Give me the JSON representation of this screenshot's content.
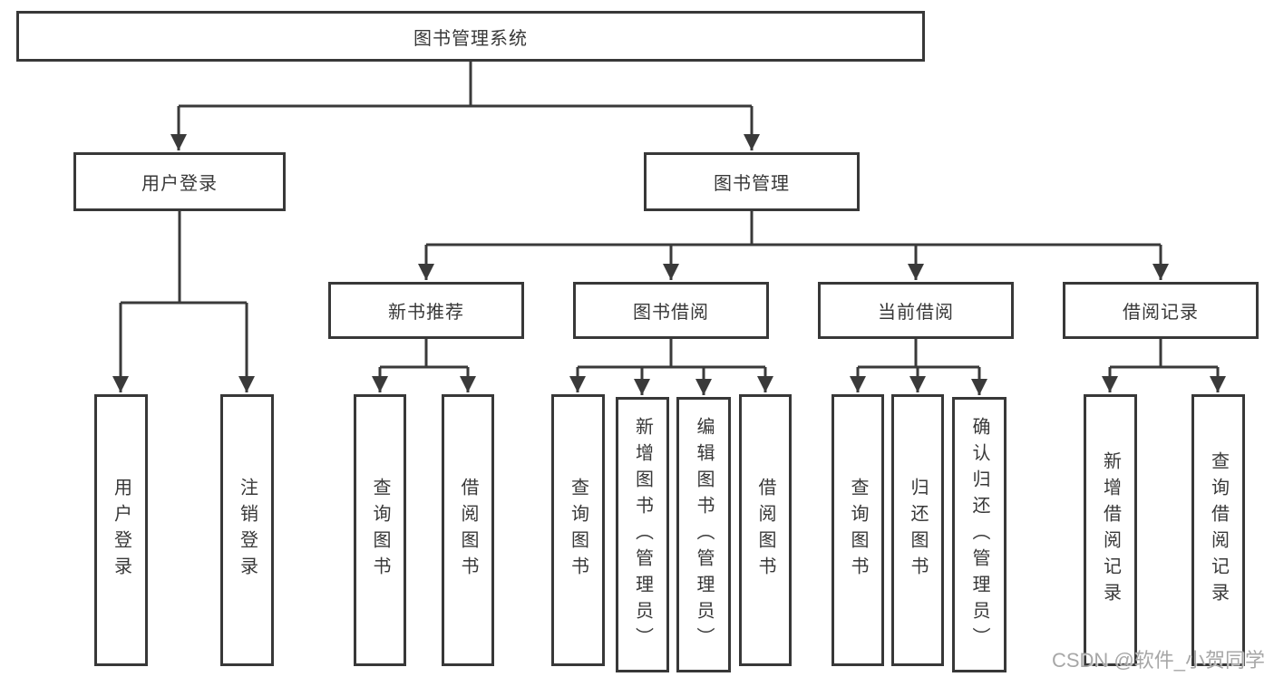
{
  "tree": {
    "root": {
      "label": "图书管理系统",
      "children": [
        {
          "label": "用户登录",
          "children": [
            {
              "label": "用户登录"
            },
            {
              "label": "注销登录"
            }
          ]
        },
        {
          "label": "图书管理",
          "children": [
            {
              "label": "新书推荐",
              "children": [
                {
                  "label": "查询图书"
                },
                {
                  "label": "借阅图书"
                }
              ]
            },
            {
              "label": "图书借阅",
              "children": [
                {
                  "label": "查询图书"
                },
                {
                  "label": "新增图书（管理员）"
                },
                {
                  "label": "编辑图书（管理员）"
                },
                {
                  "label": "借阅图书"
                }
              ]
            },
            {
              "label": "当前借阅",
              "children": [
                {
                  "label": "查询图书"
                },
                {
                  "label": "归还图书"
                },
                {
                  "label": "确认归还（管理员）"
                }
              ]
            },
            {
              "label": "借阅记录",
              "children": [
                {
                  "label": "新增借阅记录"
                },
                {
                  "label": "查询借阅记录"
                }
              ]
            }
          ]
        }
      ]
    }
  },
  "watermark": {
    "text": "CSDN @软件_小贺同学"
  },
  "colors": {
    "line": "#3a3a3a",
    "box_border": "#383838",
    "text": "#383838",
    "background": "#ffffff",
    "watermark": "#a7a7a7"
  }
}
